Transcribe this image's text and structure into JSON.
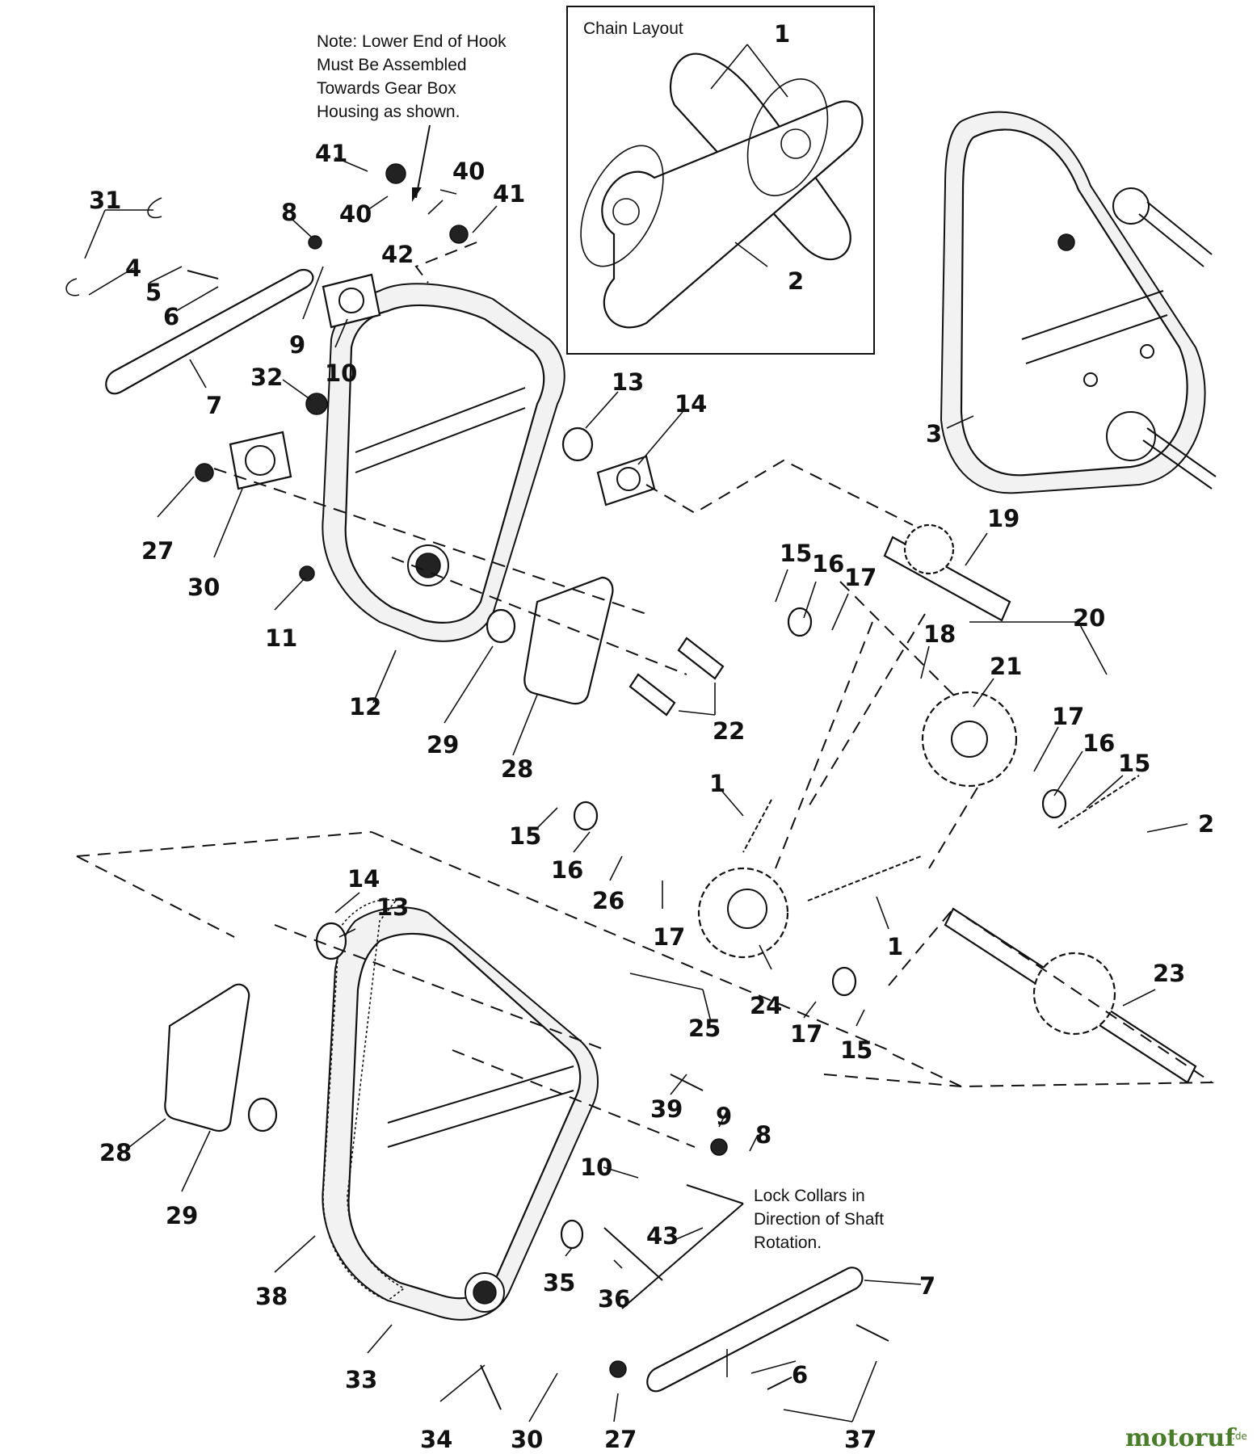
{
  "notes": {
    "hook": [
      "Note: Lower End of Hook",
      "Must Be Assembled",
      "Towards Gear Box",
      "Housing as shown."
    ],
    "chain_layout_title": "Chain Layout",
    "lock_collars": [
      "Lock Collars in",
      "Direction of Shaft",
      "Rotation."
    ]
  },
  "callouts": {
    "c41a": "41",
    "c40a": "40",
    "c42": "42",
    "c40b": "40",
    "c41b": "41",
    "c31": "31",
    "c4": "4",
    "c5": "5",
    "c6a": "6",
    "c7a": "7",
    "c8a": "8",
    "c9a": "9",
    "c10a": "10",
    "c32": "32",
    "c27a": "27",
    "c30a": "30",
    "c11": "11",
    "c12": "12",
    "c13a": "13",
    "c14a": "14",
    "c29a": "29",
    "c28a": "28",
    "c22": "22",
    "c3": "3",
    "c19": "19",
    "c15a": "15",
    "c16a": "16",
    "c17a": "17",
    "c18": "18",
    "c20": "20",
    "c21": "21",
    "c17b": "17",
    "c16b": "16",
    "c15b": "15",
    "cl1a": "1",
    "cl2a": "2",
    "c1a": "1",
    "c2b": "2",
    "c15c": "15",
    "c16c": "16",
    "c26": "26",
    "c17c": "17",
    "c1b": "1",
    "c24": "24",
    "c25": "25",
    "c17d": "17",
    "c15d": "15",
    "c23": "23",
    "c14b": "14",
    "c13b": "13",
    "c28b": "28",
    "c29b": "29",
    "c39": "39",
    "c9b": "9",
    "c8b": "8",
    "c10b": "10",
    "c43": "43",
    "c35": "35",
    "c36": "36",
    "c7b": "7",
    "c38": "38",
    "c33": "33",
    "c34": "34",
    "c30b": "30",
    "c27b": "27",
    "c6b": "6",
    "c37": "37"
  },
  "watermark": {
    "main": "motoruf",
    "suffix": ".de"
  }
}
